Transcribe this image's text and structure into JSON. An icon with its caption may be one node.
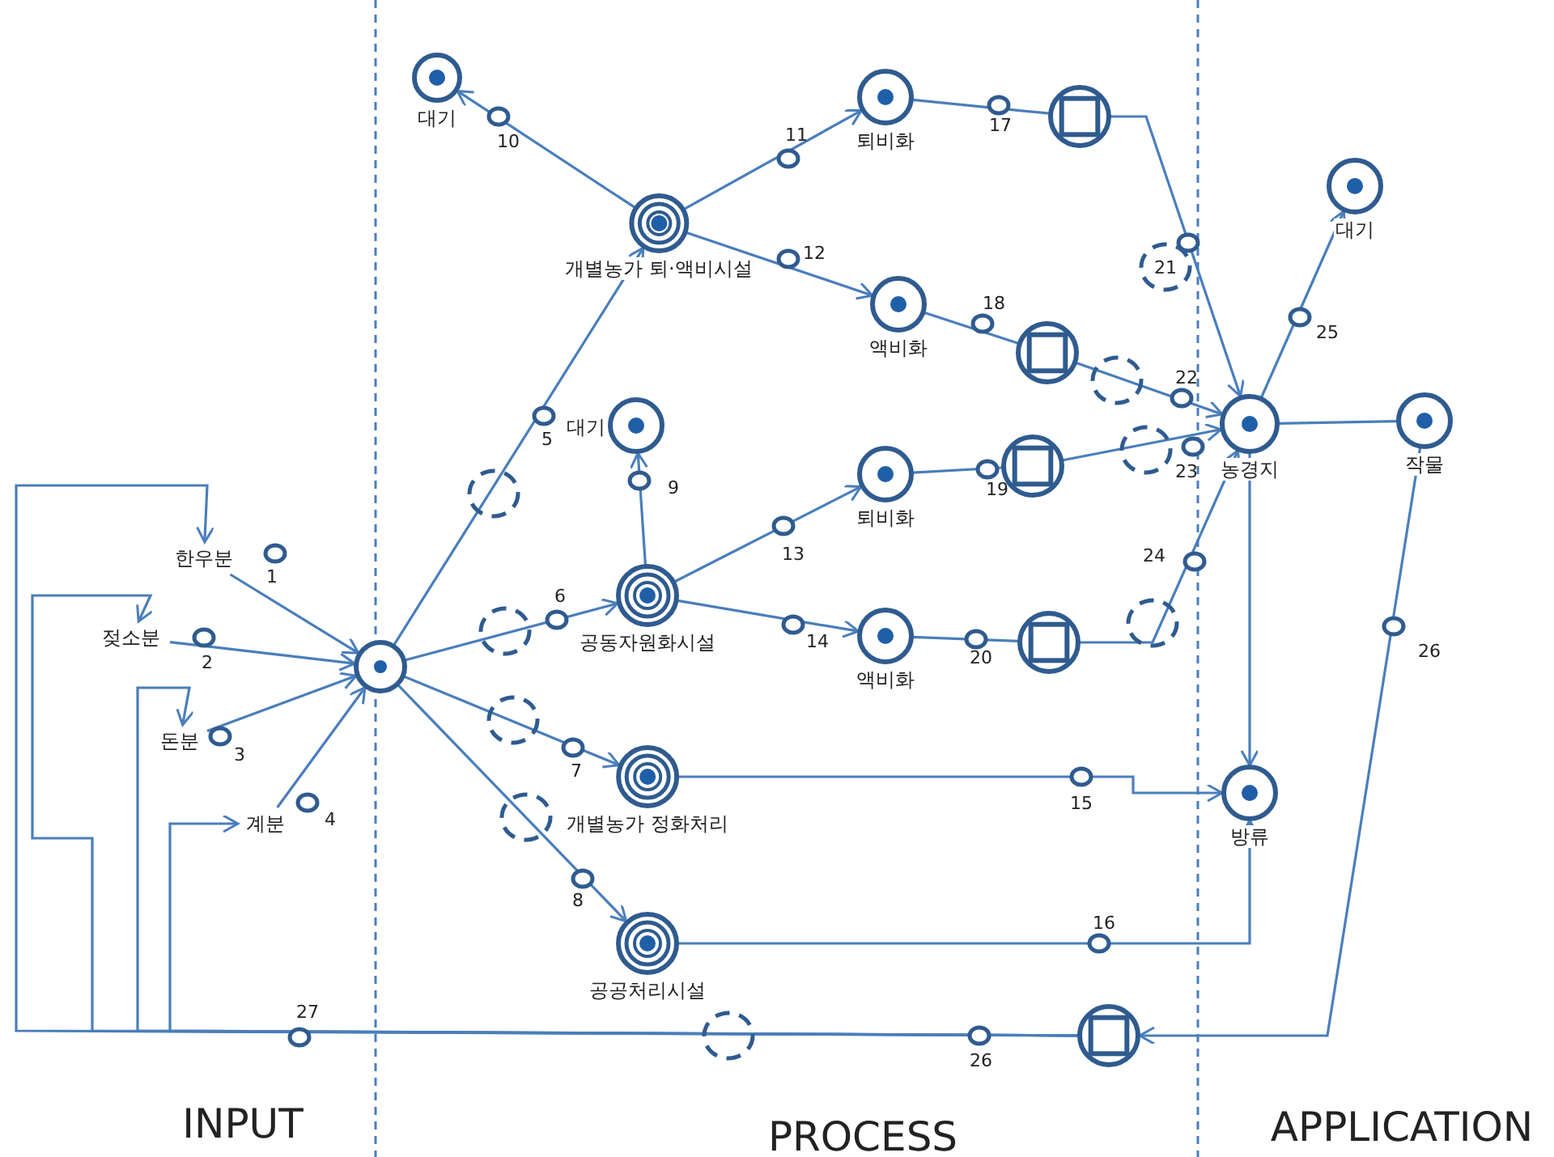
{
  "diagram": {
    "nodes": [
      {
        "text": [
          "한우분"
        ]
      },
      {
        "text": [
          "젖소분"
        ]
      },
      {
        "text": [
          "돈분"
        ]
      },
      {
        "text": [
          "계분"
        ]
      },
      {
        "text": [],
        "shape": "circle"
      },
      {
        "text": [
          "대기"
        ]
      },
      {
        "text": [
          "개별농가 퇴·액비시설"
        ]
      },
      {
        "text": [
          "퇴비화"
        ]
      },
      {
        "text": [],
        "shape": "circle"
      },
      {
        "text": [
          "액비화"
        ]
      },
      {
        "text": [],
        "shape": "circle"
      },
      {
        "text": [
          "농경지"
        ]
      },
      {
        "text": [
          "대기"
        ]
      },
      {
        "text": [
          "작물"
        ]
      },
      {
        "text": [
          "대기"
        ]
      },
      {
        "text": [
          "공동자원화시설"
        ]
      },
      {
        "text": [
          "퇴비화"
        ]
      },
      {
        "text": [],
        "shape": "circle"
      },
      {
        "text": [
          "액비화"
        ]
      },
      {
        "text": [],
        "shape": "circle"
      },
      {
        "text": [
          "개별농가 정화처리"
        ]
      },
      {
        "text": [
          "방류"
        ]
      },
      {
        "text": [
          "공공처리시설"
        ]
      },
      {
        "text": [],
        "shape": "circle"
      }
    ],
    "edges": [
      {
        "from": 0,
        "to": 4,
        "arrow": "to",
        "label": "1"
      },
      {
        "from": 1,
        "to": 4,
        "arrow": "to",
        "label": "2"
      },
      {
        "from": 2,
        "to": 4,
        "arrow": "to",
        "label": "3"
      },
      {
        "from": 3,
        "to": 4,
        "arrow": "to",
        "label": "4"
      },
      {
        "from": 4,
        "to": 6,
        "arrow": "to",
        "label": "5"
      },
      {
        "from": 4,
        "to": 15,
        "arrow": "to",
        "label": "6"
      },
      {
        "from": 4,
        "to": 20,
        "arrow": "to",
        "label": "7"
      },
      {
        "from": 4,
        "to": 22,
        "arrow": "to",
        "label": "8"
      },
      {
        "from": 15,
        "to": 14,
        "arrow": "to",
        "label": "9"
      },
      {
        "from": 6,
        "to": 5,
        "arrow": "to",
        "label": "10"
      },
      {
        "from": 6,
        "to": 7,
        "arrow": "to",
        "label": "11"
      },
      {
        "from": 6,
        "to": 9,
        "arrow": "to",
        "label": "12"
      },
      {
        "from": 15,
        "to": 16,
        "arrow": "to",
        "label": "13"
      },
      {
        "from": 15,
        "to": 18,
        "arrow": "to",
        "label": "14"
      },
      {
        "from": 20,
        "to": 21,
        "arrow": "to",
        "label": "15"
      },
      {
        "from": 22,
        "to": 21,
        "arrow": "to",
        "label": "16"
      },
      {
        "from": 7,
        "to": 8,
        "arrow": "none",
        "label": "17"
      },
      {
        "from": 9,
        "to": 10,
        "arrow": "none",
        "label": "18"
      },
      {
        "from": 16,
        "to": 17,
        "arrow": "none",
        "label": "19"
      },
      {
        "from": 18,
        "to": 19,
        "arrow": "none",
        "label": "20"
      },
      {
        "from": 8,
        "to": 11,
        "arrow": "to",
        "label": "21"
      },
      {
        "from": 10,
        "to": 11,
        "arrow": "to",
        "label": "22"
      },
      {
        "from": 17,
        "to": 11,
        "arrow": "to",
        "label": "23"
      },
      {
        "from": 19,
        "to": 11,
        "arrow": "to",
        "label": "24"
      },
      {
        "from": 11,
        "to": 12,
        "arrow": "to",
        "label": "25"
      },
      {
        "from": 11,
        "to": 21,
        "arrow": "to"
      },
      {
        "from": 11,
        "to": 13,
        "arrow": "none"
      },
      {
        "from": 13,
        "to": 23,
        "arrow": "to",
        "label": "26"
      },
      {
        "from": 23,
        "to": 0,
        "arrow": "to"
      },
      {
        "from": 23,
        "to": 1,
        "arrow": "to"
      },
      {
        "from": 23,
        "to": 2,
        "arrow": "to"
      },
      {
        "from": 23,
        "to": 3,
        "arrow": "to"
      }
    ],
    "labels": [
      "27",
      "26",
      "INPUT",
      "PROCESS",
      "APPLICATION"
    ]
  }
}
